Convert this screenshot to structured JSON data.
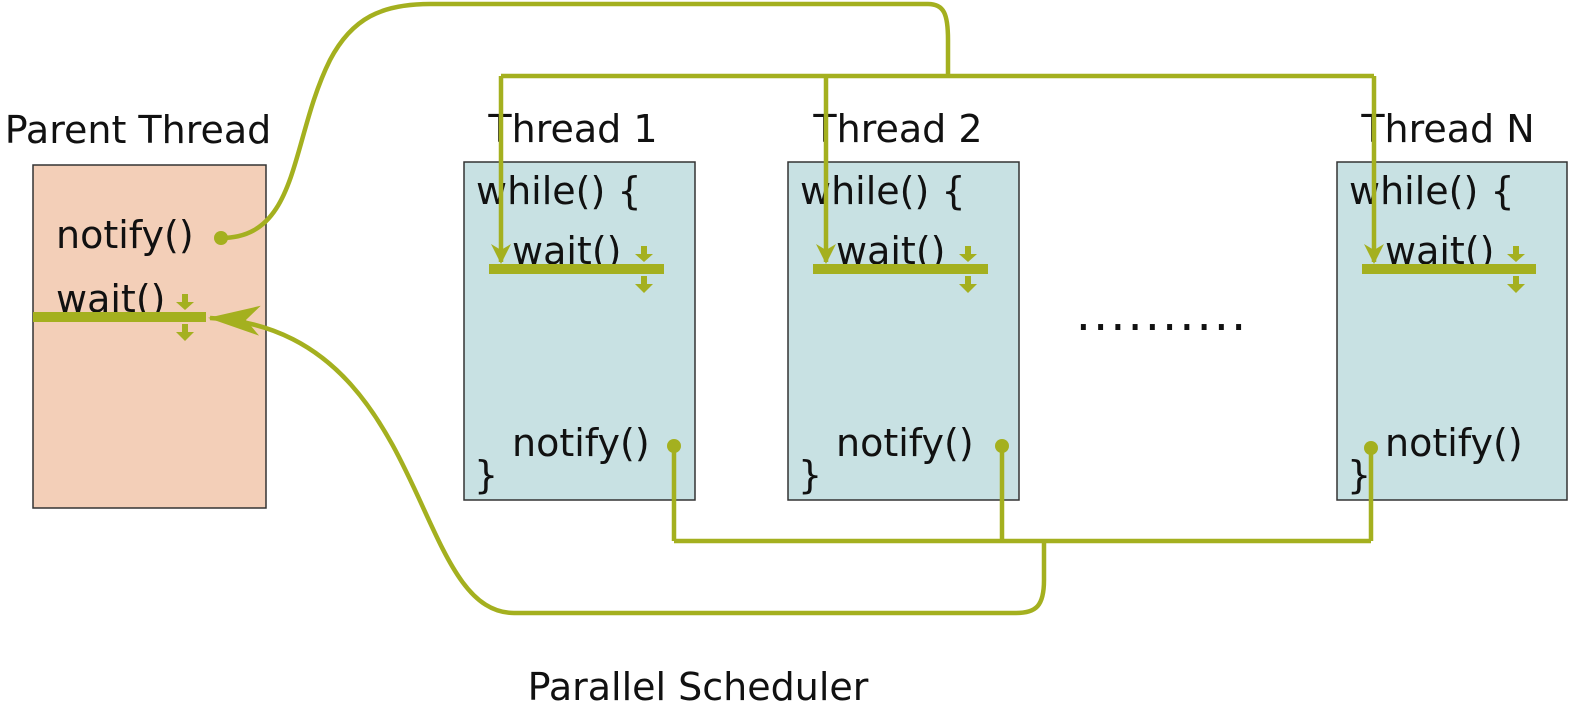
{
  "colors": {
    "connector": "#a4b01f",
    "parent_fill": "#f3cfb8",
    "thread_fill": "#c8e1e3",
    "box_stroke": "#333333",
    "text": "#111111"
  },
  "parent": {
    "title": "Parent Thread",
    "notify": "notify()",
    "wait": "wait()"
  },
  "threads": [
    {
      "title": "Thread 1",
      "loop_open": "while() {",
      "wait": "wait()",
      "notify": "notify()",
      "loop_close": "}"
    },
    {
      "title": "Thread 2",
      "loop_open": "while() {",
      "wait": "wait()",
      "notify": "notify()",
      "loop_close": "}"
    },
    {
      "title": "Thread N",
      "loop_open": "while() {",
      "wait": "wait()",
      "notify": "notify()",
      "loop_close": "}"
    }
  ],
  "ellipsis": "..........",
  "caption": "Parallel Scheduler"
}
